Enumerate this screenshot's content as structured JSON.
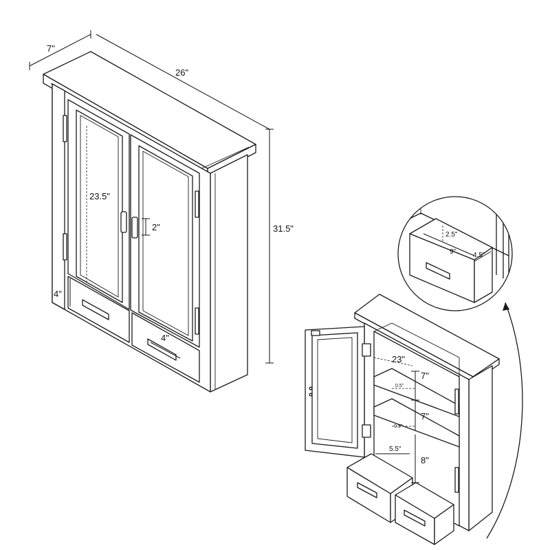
{
  "main_cabinet": {
    "depth": "7\"",
    "width": "26\"",
    "height": "31.5\"",
    "door_height": "23.5\"",
    "handle_height": "2\"",
    "drawer_height": "4\"",
    "drawer_width_lower": "4\""
  },
  "open_cabinet": {
    "shelf_depth": "23\"",
    "shelf_gap_top": "7\"",
    "shelf_gap_middle": "7\"",
    "shelf_gap_bottom": "8\"",
    "shelf_thickness_upper": "0.5\"",
    "shelf_thickness_lower": "0.5\"",
    "drawer_spacing": "5.5\""
  },
  "drawer_detail": {
    "inner_height": "2.5\"",
    "inner_depth": "9\"",
    "inner_width": "4.5\""
  },
  "colors": {
    "line": "#1a1a1a",
    "background": "#ffffff"
  }
}
